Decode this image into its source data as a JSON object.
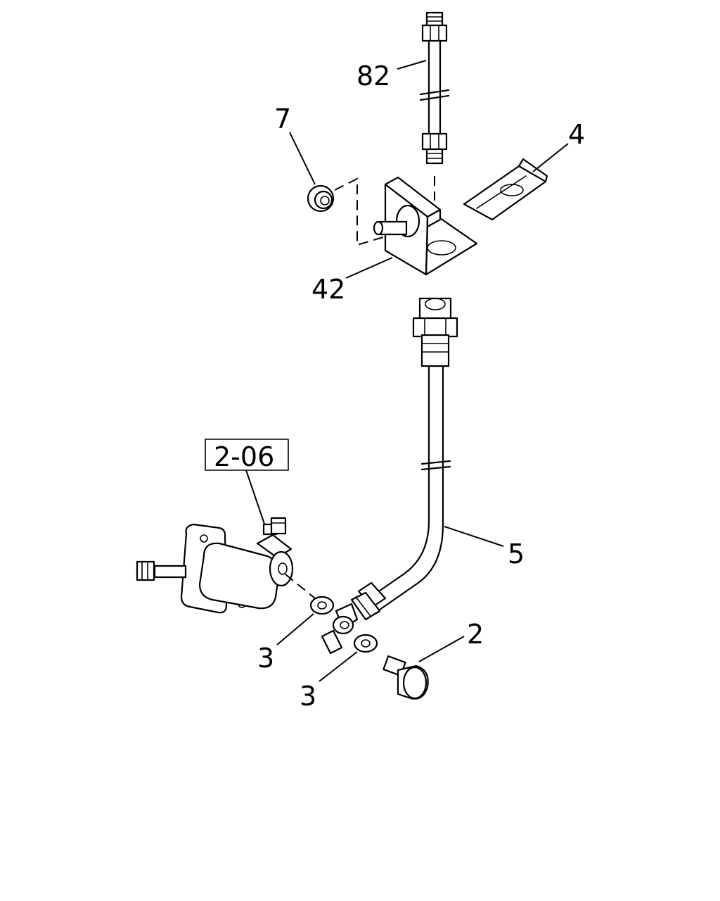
{
  "callouts": {
    "c82": "82",
    "c7": "7",
    "c4": "4",
    "c42": "42",
    "ref": "2-06",
    "c5": "5",
    "c2": "2",
    "c3a": "3",
    "c3b": "3"
  }
}
